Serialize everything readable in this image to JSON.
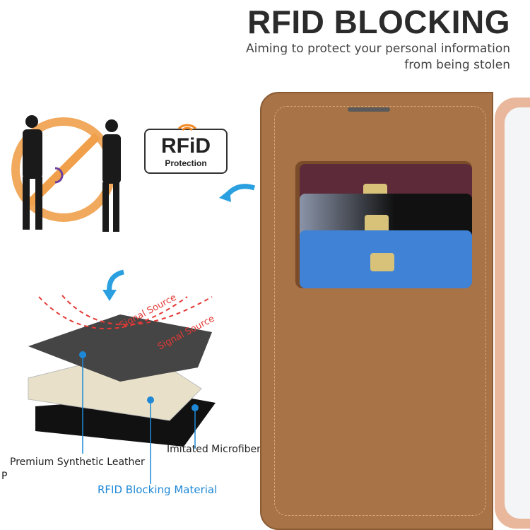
{
  "header": {
    "title": "RFID BLOCKING",
    "subtitle_line1": "Aiming to protect your personal information",
    "subtitle_line2": "from being stolen"
  },
  "badge": {
    "main": "RFiD",
    "sub": "Protection"
  },
  "diagram": {
    "signal1": "Signal Source",
    "signal2": "Signal Source",
    "layer_top": "Premium Synthetic Leather",
    "layer_mid": "RFID Blocking Material",
    "layer_bottom": "Imitated Microfiber",
    "stray": "P"
  },
  "colors": {
    "accent_blue": "#1e88d6",
    "signal_red": "#e53935",
    "leather": "#a87346",
    "no_sign": "#f0a04b"
  }
}
